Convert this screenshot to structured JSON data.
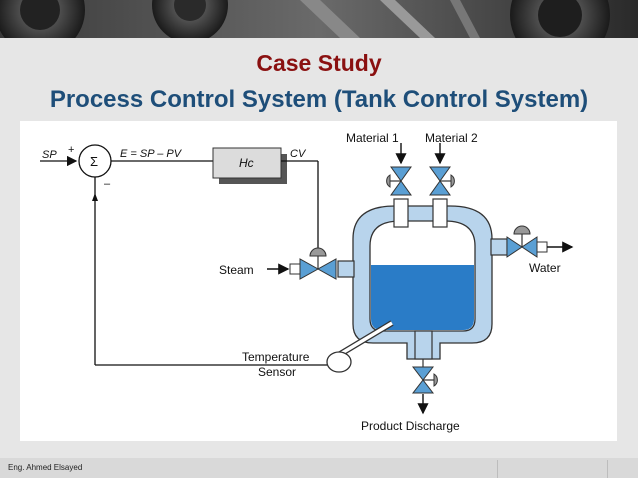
{
  "slide": {
    "title": "Case Study",
    "subtitle": "Process Control System (Tank Control System)",
    "footer": "Eng. Ahmed Elsayed"
  },
  "diagram": {
    "sp": "SP",
    "plus": "+",
    "minus": "–",
    "sigma": "Σ",
    "error": "E = SP – PV",
    "controller": "Hc",
    "cv": "CV",
    "material1": "Material 1",
    "material2": "Material 2",
    "steam": "Steam",
    "water": "Water",
    "temp_sensor_1": "Temperature",
    "temp_sensor_2": "Sensor",
    "product_discharge": "Product Discharge"
  },
  "colors": {
    "title": "#8a1010",
    "subtitle": "#1e4e79",
    "vessel_outline": "#b8d4ec",
    "liquid": "#2a7cc7",
    "valve": "#5a9fd4"
  }
}
